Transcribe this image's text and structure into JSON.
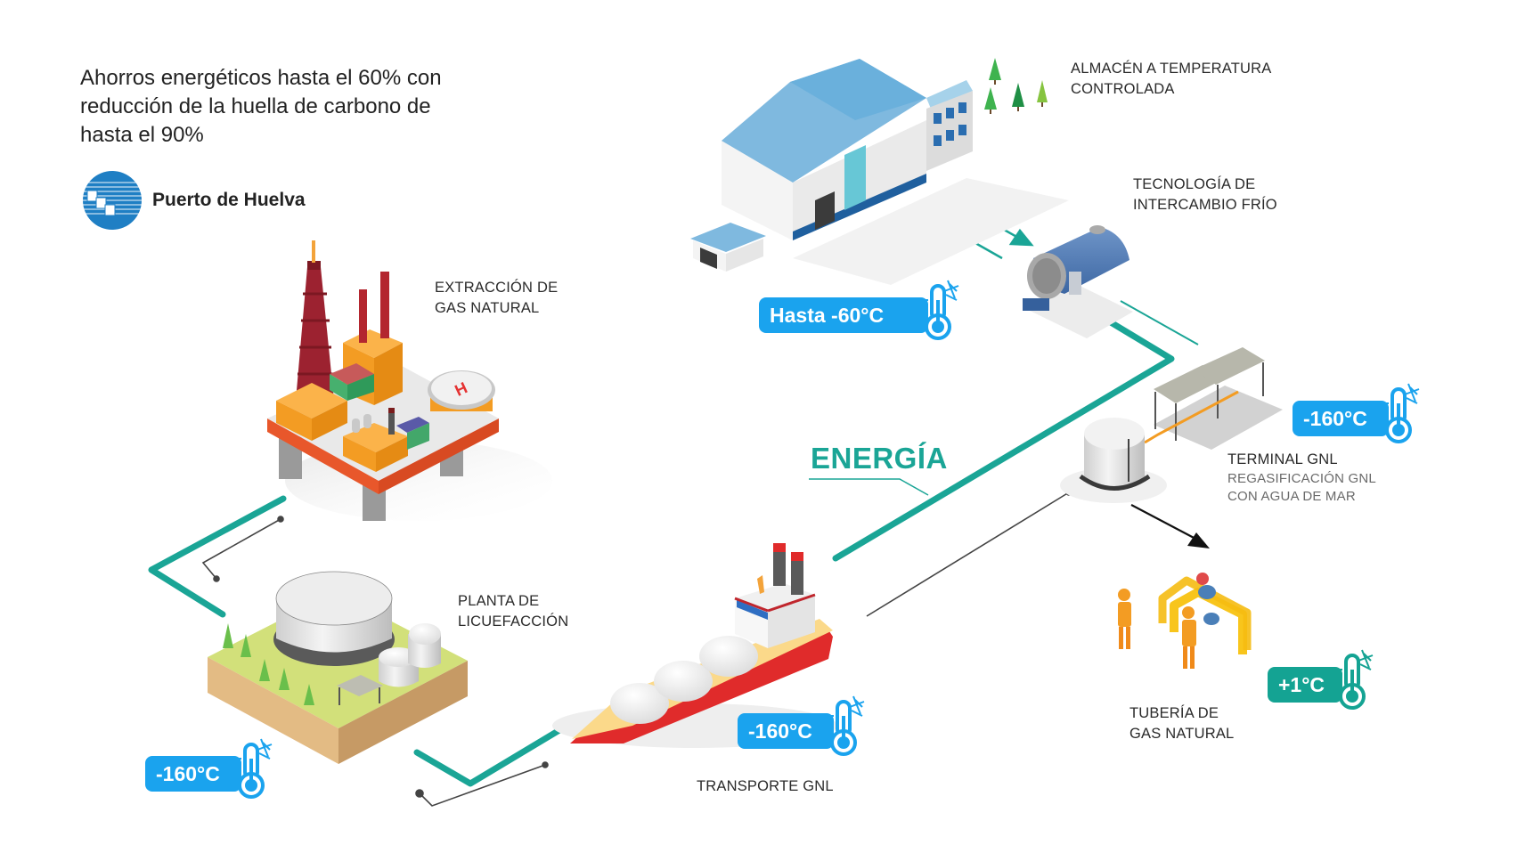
{
  "headline": {
    "lines": [
      "Ahorros energéticos hasta el 60% con",
      "reducción de la huella de carbono de",
      "hasta el 90%"
    ]
  },
  "logo": {
    "name": "Puerto de Huelva",
    "color": "#1f7fc4"
  },
  "energy_label": "ENERGÍA",
  "colors": {
    "accent_teal": "#1aa596",
    "badge_blue": "#1aa3ee",
    "badge_teal": "#14a393"
  },
  "stages": {
    "extraction": {
      "line1": "EXTRACCIÓN DE",
      "line2": "GAS NATURAL"
    },
    "liquefaction": {
      "line1": "PLANTA DE",
      "line2": "LICUEFACCIÓN",
      "temperature": "-160°C"
    },
    "transport": {
      "line1": "TRANSPORTE GNL",
      "temperature": "-160°C"
    },
    "terminal": {
      "line1": "TERMINAL GNL",
      "sub1": "REGASIFICACIÓN GNL",
      "sub2": "CON AGUA DE MAR",
      "temperature": "-160°C"
    },
    "pipeline": {
      "line1": "TUBERÍA DE",
      "line2": "GAS NATURAL",
      "temperature": "+1°C"
    },
    "exchange": {
      "line1": "TECNOLOGÍA DE",
      "line2": "INTERCAMBIO FRÍO"
    },
    "warehouse": {
      "line1": "ALMACÉN A TEMPERATURA",
      "line2": "CONTROLADA",
      "temperature": "Hasta -60°C"
    }
  }
}
